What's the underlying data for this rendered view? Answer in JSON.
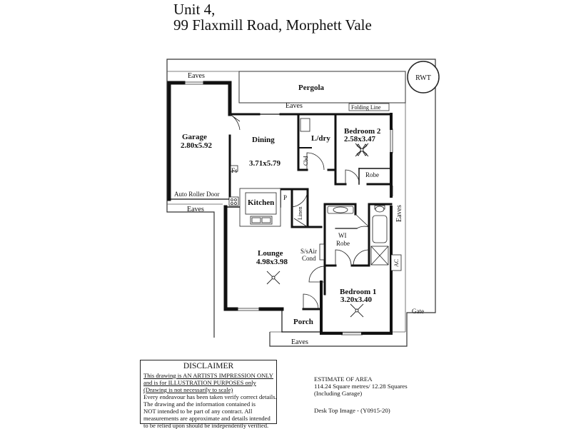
{
  "header": {
    "line1": "Unit 4,",
    "line2": "99 Flaxmill Road, Morphett Vale"
  },
  "plan": {
    "rwt": "RWT",
    "eaves": "Eaves",
    "pergola": "Pergola",
    "folding_line": "Folding Line",
    "garage": "Garage",
    "garage_dim": "2.80x5.92",
    "auto_roller_door": "Auto Roller Door",
    "dining": "Dining",
    "dining_dim": "3.71x5.79",
    "fs": "Fs",
    "ldry": "L/dry",
    "cbd": "Cbd",
    "bedroom2": "Bedroom 2",
    "bedroom2_dim": "2.58x3.47",
    "robe": "Robe",
    "kitchen": "Kitchen",
    "p": "P",
    "linen": "Linen",
    "wi": "WI",
    "wi_robe": "Robe",
    "lounge": "Lounge",
    "lounge_dim": "4.98x3.98",
    "ssair": "S/sAir",
    "cond": "Cond",
    "ac": "AC",
    "bedroom1": "Bedroom 1",
    "bedroom1_dim": "3.20x3.40",
    "porch": "Porch",
    "gate": "Gate"
  },
  "disclaimer": {
    "title": "DISCLAIMER",
    "lines": [
      "This drawing is AN ARTISTS IMPRESSION ONLY",
      "and is for ILLUSTRATION PURPOSES only",
      "(Drawing is not necessarily to scale)",
      "Every endeavour has been taken verify correct details.",
      "The drawing and the information contained is",
      "NOT intended to be part of any contract.  All",
      "measurements are approximate and details intended",
      "to be relied upon should be independently verified."
    ]
  },
  "estimate": {
    "title": "ESTIMATE OF AREA",
    "line1": "114.24 Square metres/  12.28 Squares",
    "line2": "(Including Garage)"
  },
  "footer_code": "Desk Top Image - (Y0915-20)"
}
